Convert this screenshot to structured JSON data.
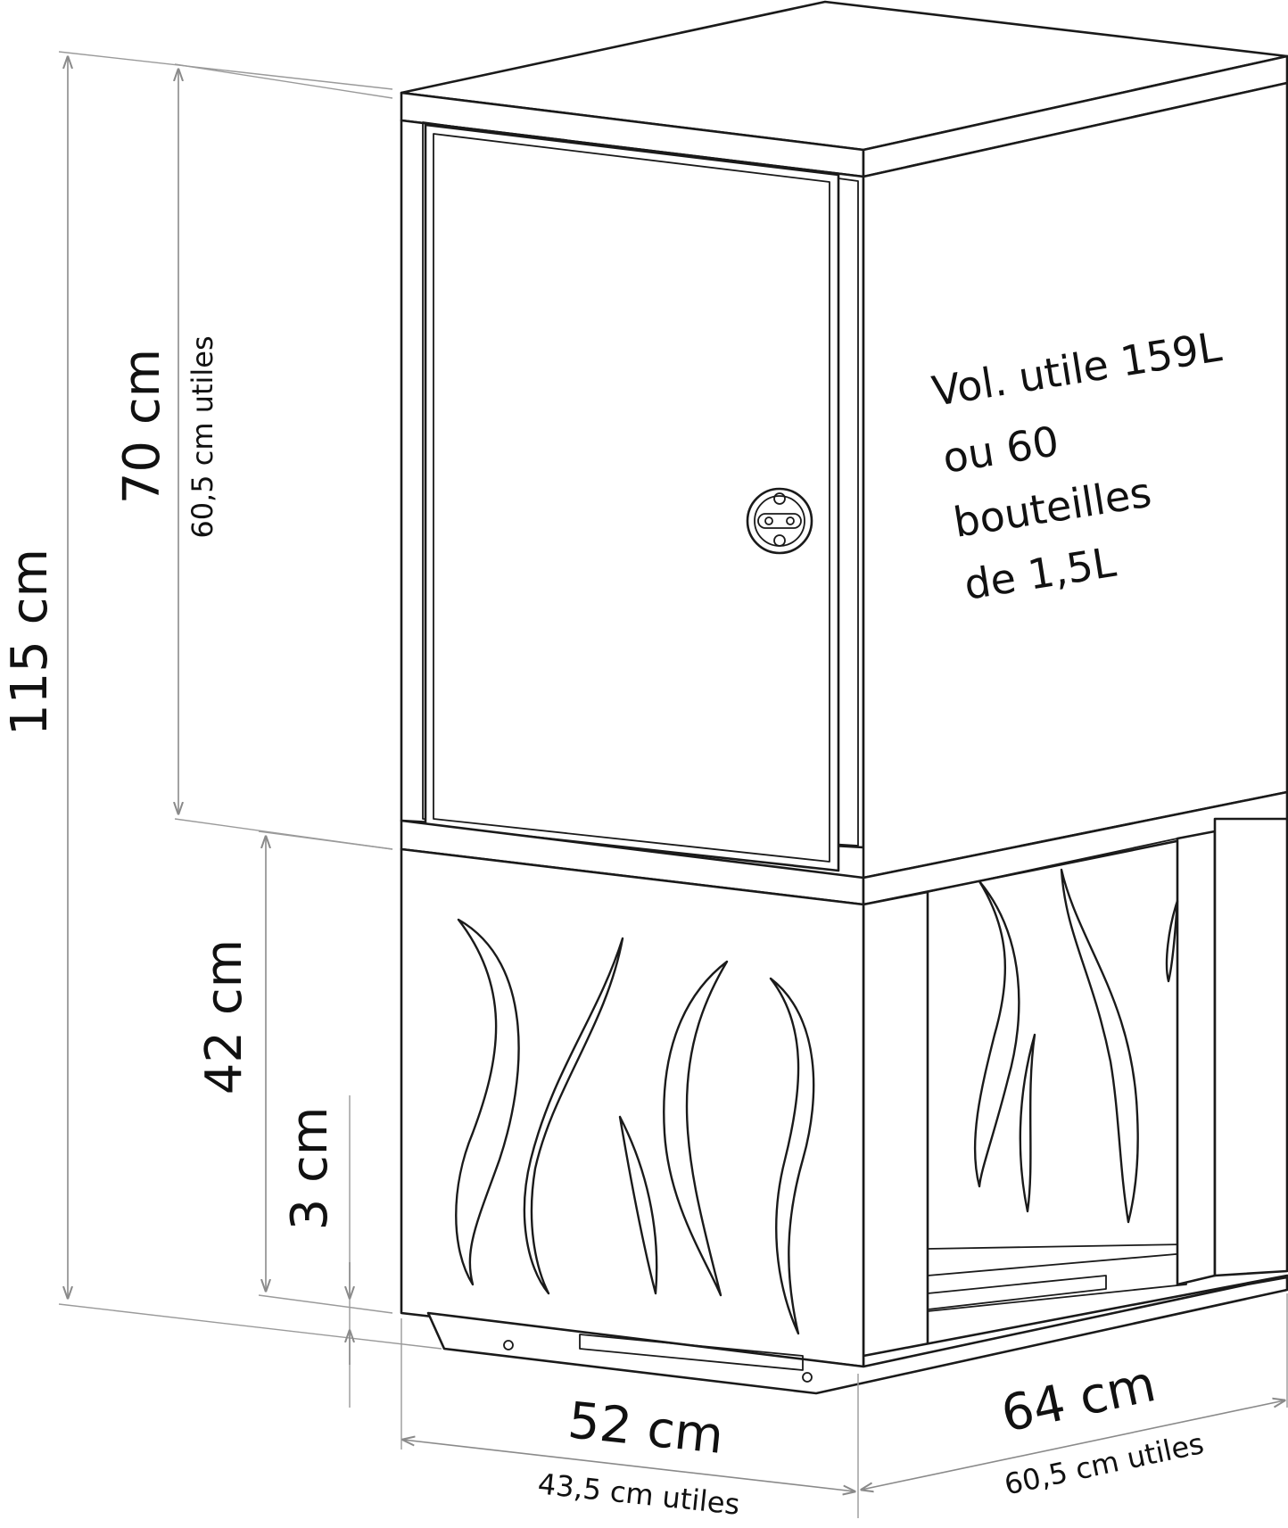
{
  "dimensions": {
    "total_height": "115 cm",
    "upper_height": "70 cm",
    "upper_useful_height": "60,5 cm utiles",
    "base_height": "42 cm",
    "foot_height": "3 cm",
    "width": "52 cm",
    "useful_width": "43,5 cm utiles",
    "depth": "64 cm",
    "useful_depth": "60,5 cm utiles"
  },
  "volume_note": {
    "line1": "Vol. utile 159L",
    "line2": "ou 60",
    "line3": "bouteilles",
    "line4": "de 1,5L"
  },
  "colors": {
    "line": "#1a1a1a",
    "dimension_line": "#8a8a8a"
  }
}
